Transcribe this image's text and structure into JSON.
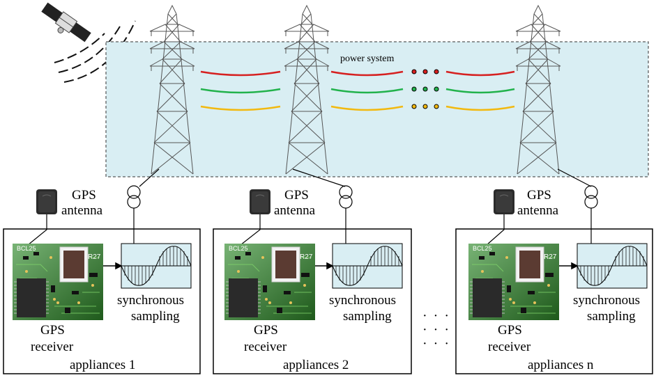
{
  "diagram": {
    "power_system_label": "power system",
    "line_colors": {
      "top": "#d62020",
      "middle": "#22b24c",
      "bottom": "#f2b90f"
    },
    "panel_fill": "#d9eef3",
    "pcb_color": "#2f8a2a",
    "appliances": [
      {
        "gps_label": "GPS",
        "antenna_label": "antenna",
        "receiver_label_1": "GPS",
        "receiver_label_2": "receiver",
        "sampling_label_1": "synchronous",
        "sampling_label_2": "sampling",
        "name": "appliances 1"
      },
      {
        "gps_label": "GPS",
        "antenna_label": "antenna",
        "receiver_label_1": "GPS",
        "receiver_label_2": "receiver",
        "sampling_label_1": "synchronous",
        "sampling_label_2": "sampling",
        "name": "appliances 2"
      },
      {
        "gps_label": "GPS",
        "antenna_label": "antenna",
        "receiver_label_1": "GPS",
        "receiver_label_2": "receiver",
        "sampling_label_1": "synchronous",
        "sampling_label_2": "sampling",
        "name": "appliances n"
      }
    ],
    "ellipsis": "· · ·"
  }
}
